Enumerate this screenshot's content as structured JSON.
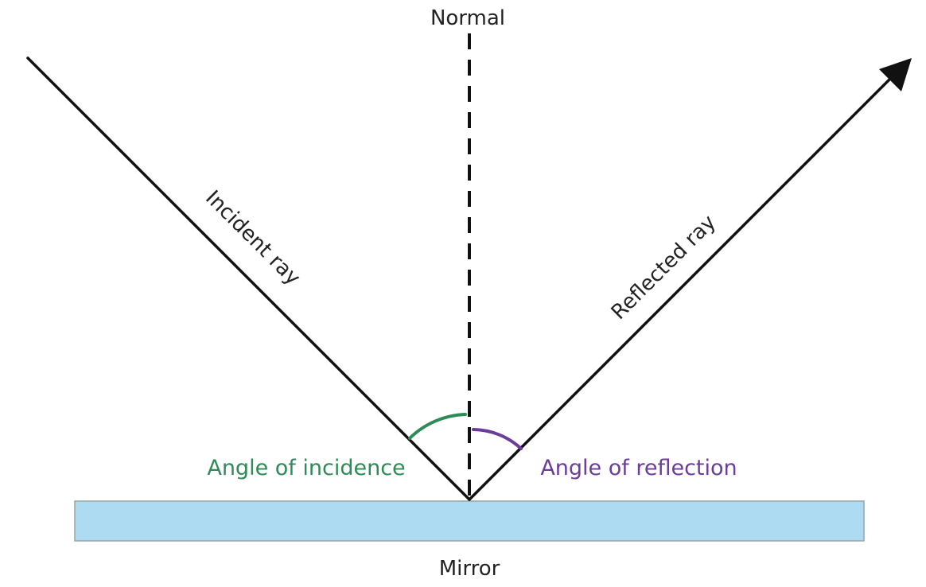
{
  "labels": {
    "normal": "Normal",
    "incident_ray": "Incident ray",
    "reflected_ray": "Reflected ray",
    "angle_of_incidence": "Angle of incidence",
    "angle_of_reflection": "Angle of reflection",
    "mirror": "Mirror"
  },
  "colors": {
    "ray": "#111111",
    "normal_line": "#111111",
    "angle_of_incidence": "#2e8b57",
    "angle_of_reflection": "#6a3d9a",
    "mirror_fill": "#addcf2",
    "mirror_stroke": "#9aa4aa"
  }
}
